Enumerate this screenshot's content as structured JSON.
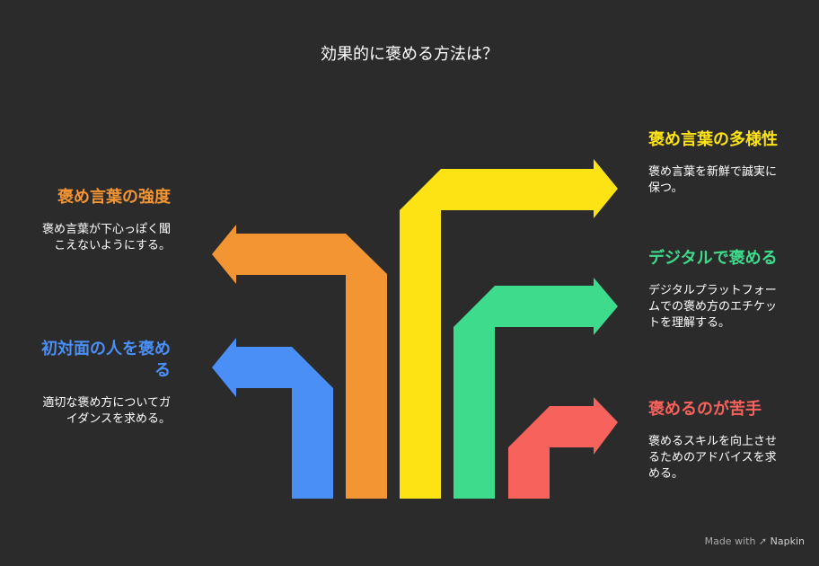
{
  "title": "効果的に褒める方法は？",
  "footer": {
    "made_with": "Made with",
    "brand": "Napkin",
    "logo_icon": "napkin-logo-icon"
  },
  "items": [
    {
      "id": "intensity",
      "heading": "褒め言葉の強度",
      "description": "褒め言葉が下心っぽく聞こえないようにする。",
      "color": "#f39533",
      "direction": "left"
    },
    {
      "id": "first-meeting",
      "heading": "初対面の人を褒める",
      "description": "適切な褒め方についてガイダンスを求める。",
      "color": "#4a8ff6",
      "direction": "left"
    },
    {
      "id": "diversity",
      "heading": "褒め言葉の多様性",
      "description": "褒め言葉を新鮮で誠実に保つ。",
      "color": "#fde214",
      "direction": "right"
    },
    {
      "id": "digital",
      "heading": "デジタルで褒める",
      "description": "デジタルプラットフォームでの褒め方のエチケットを理解する。",
      "color": "#3fdb8c",
      "direction": "right"
    },
    {
      "id": "weak",
      "heading": "褒めるのが苦手",
      "description": "褒めるスキルを向上させるためのアドバイスを求める。",
      "color": "#f7625c",
      "direction": "right"
    }
  ]
}
